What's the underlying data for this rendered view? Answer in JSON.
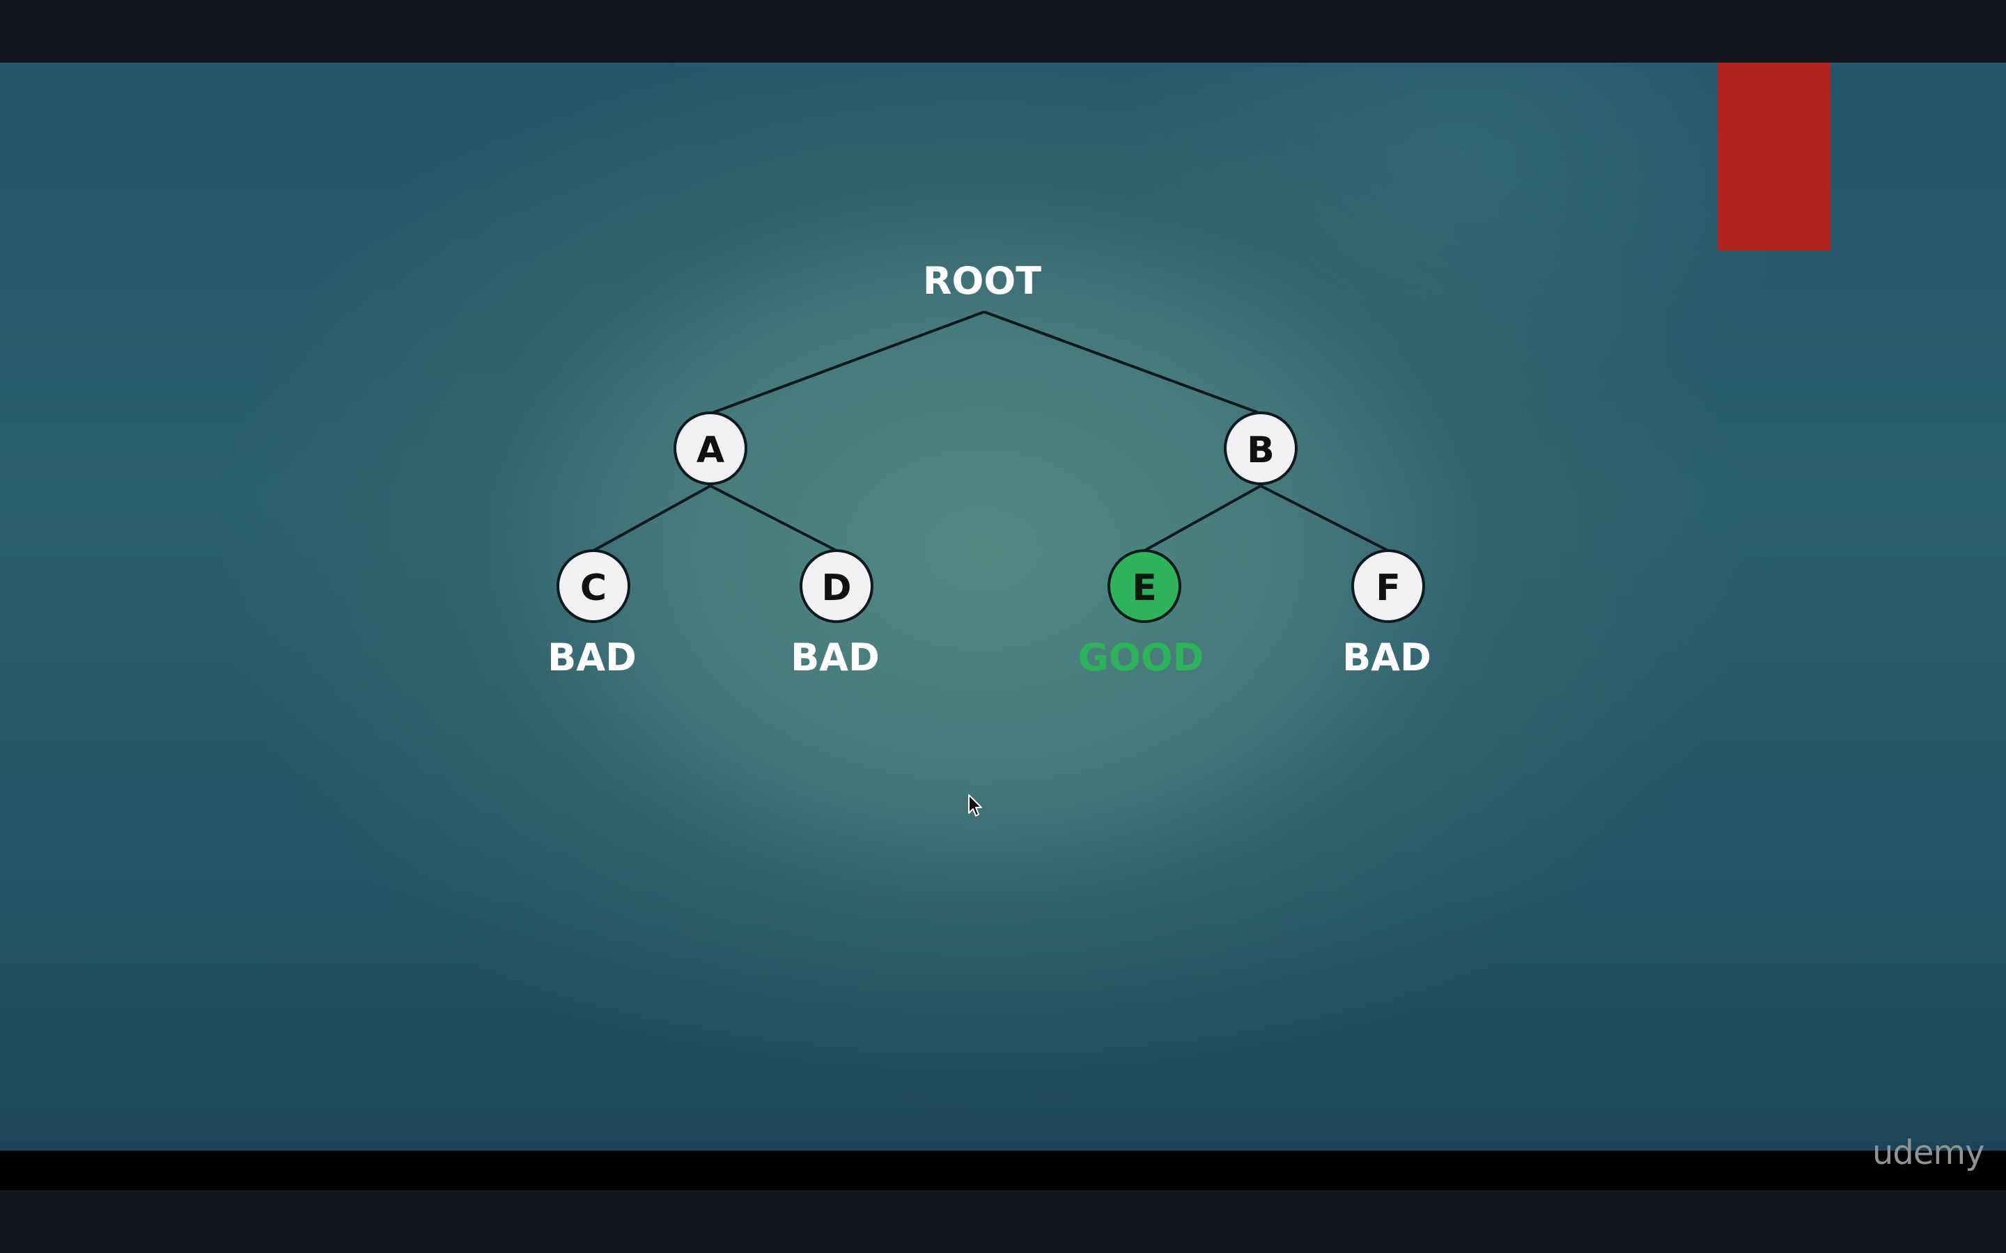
{
  "slide": {
    "root_label": "ROOT",
    "nodes": {
      "a": "A",
      "b": "B",
      "c": "C",
      "d": "D",
      "e": "E",
      "f": "F"
    },
    "leaf_labels": {
      "c": "BAD",
      "d": "BAD",
      "e": "GOOD",
      "f": "BAD"
    },
    "colors": {
      "node_fill": "#f1f1f3",
      "good_fill": "#2db35a",
      "good_text": "#2db35a",
      "label_text": "#ffffff",
      "accent_block": "#b0231e"
    }
  },
  "watermark": "udemy",
  "icons": {
    "cursor": "mouse-pointer-icon"
  }
}
